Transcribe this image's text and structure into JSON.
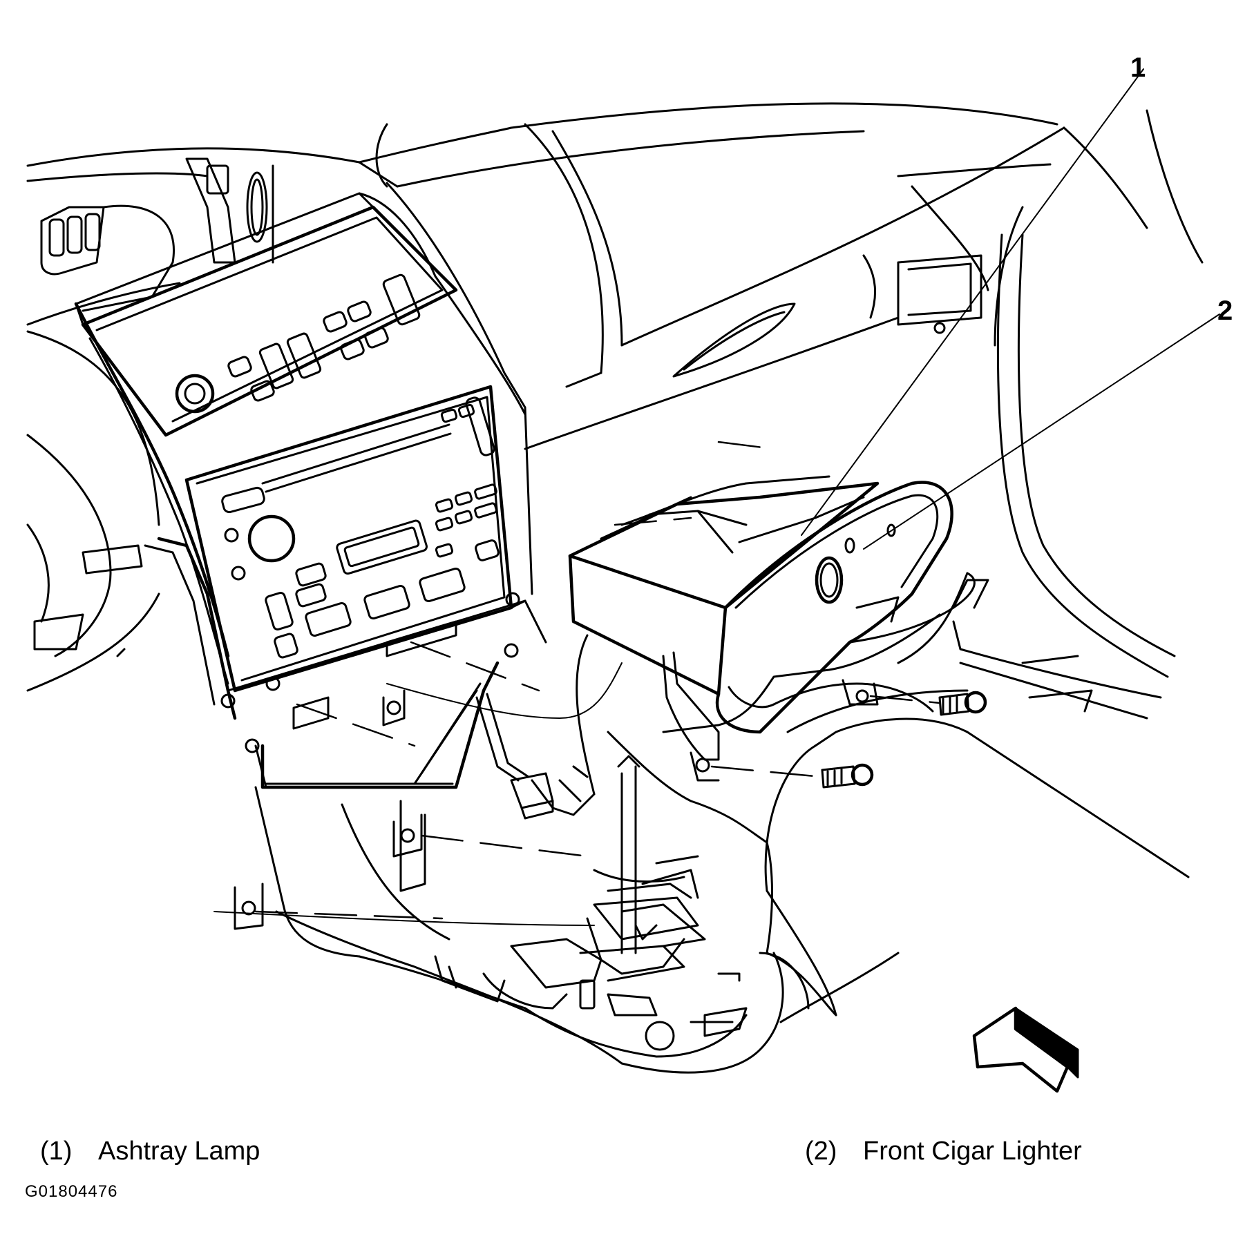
{
  "callouts": [
    {
      "number": "1"
    },
    {
      "number": "2"
    }
  ],
  "legend": [
    {
      "number": "(1)",
      "label": "Ashtray Lamp"
    },
    {
      "number": "(2)",
      "label": "Front Cigar Lighter"
    }
  ],
  "figure_id": "G01804476"
}
